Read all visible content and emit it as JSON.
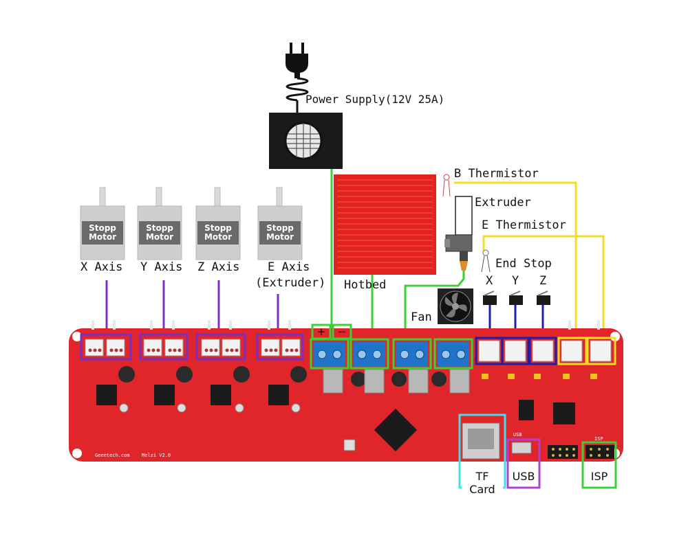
{
  "title": "Power Supply(12V 25A)",
  "motors": {
    "label_top": "Stopp",
    "label_bottom": "Motor",
    "x": "X Axis",
    "y": "Y Axis",
    "z": "Z Axis",
    "e": "E Axis",
    "e_sub": "(Extruder)"
  },
  "hotbed": "Hotbed",
  "b_thermistor": "B Thermistor",
  "extruder": "Extruder",
  "e_thermistor": "E Thermistor",
  "end_stop": {
    "label": "End Stop",
    "x": "X",
    "y": "Y",
    "z": "Z"
  },
  "fan": "Fan",
  "terminal": {
    "plus": "+",
    "minus": "−"
  },
  "ports": {
    "tf_card": "TF Card",
    "usb": "USB",
    "isp": "ISP"
  },
  "silkscreen": {
    "brand": "Geeetech.com",
    "model": "Melzi V2.0",
    "usb_small": "USB",
    "isp_small": "ISP"
  },
  "colors": {
    "board": "#e0252b",
    "motor_wire": "#7a2fc0",
    "power_wire": "#3bd136",
    "thermistor_wire": "#f2dc2a",
    "endstop_wire": "#1c1fa8",
    "tf_box": "#3fe0e8",
    "usb_box": "#b23fd0"
  }
}
